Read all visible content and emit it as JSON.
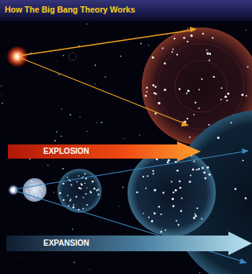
{
  "diagram": {
    "title": "How The Big Bang Theory Works",
    "nodes": [
      {
        "text": [
          "EXPLOSION"
        ]
      },
      {
        "text": [
          "EXPANSION"
        ]
      }
    ]
  }
}
